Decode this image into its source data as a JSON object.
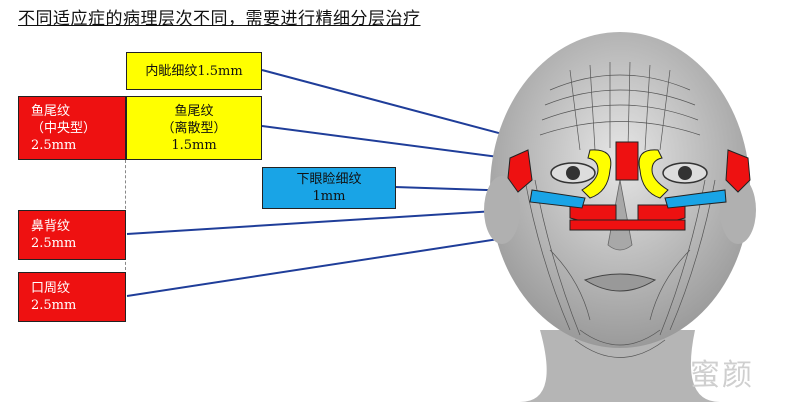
{
  "title": "不同适应症的病理层次不同，需要进行精细分层治疗",
  "boxes": {
    "inner_canthus": {
      "line1": "内眦细纹1.5mm"
    },
    "crows_central": {
      "line1": "鱼尾纹",
      "line2": "（中央型）",
      "line3": "2.5mm"
    },
    "crows_scattered": {
      "line1": "鱼尾纹",
      "line2": "（离散型）",
      "line3": "1.5mm"
    },
    "lower_eyelid": {
      "line1": "下眼睑细纹",
      "line2": "1mm"
    },
    "nasal_dorsum": {
      "line1": "鼻背纹",
      "line2": "2.5mm"
    },
    "perioral": {
      "line1": "口周纹",
      "line2": "2.5mm"
    }
  },
  "watermark": "蜜颜",
  "colors": {
    "red": "#ee1111",
    "yellow": "#ffff00",
    "blue": "#19a4e6",
    "line": "#1f3d99"
  }
}
